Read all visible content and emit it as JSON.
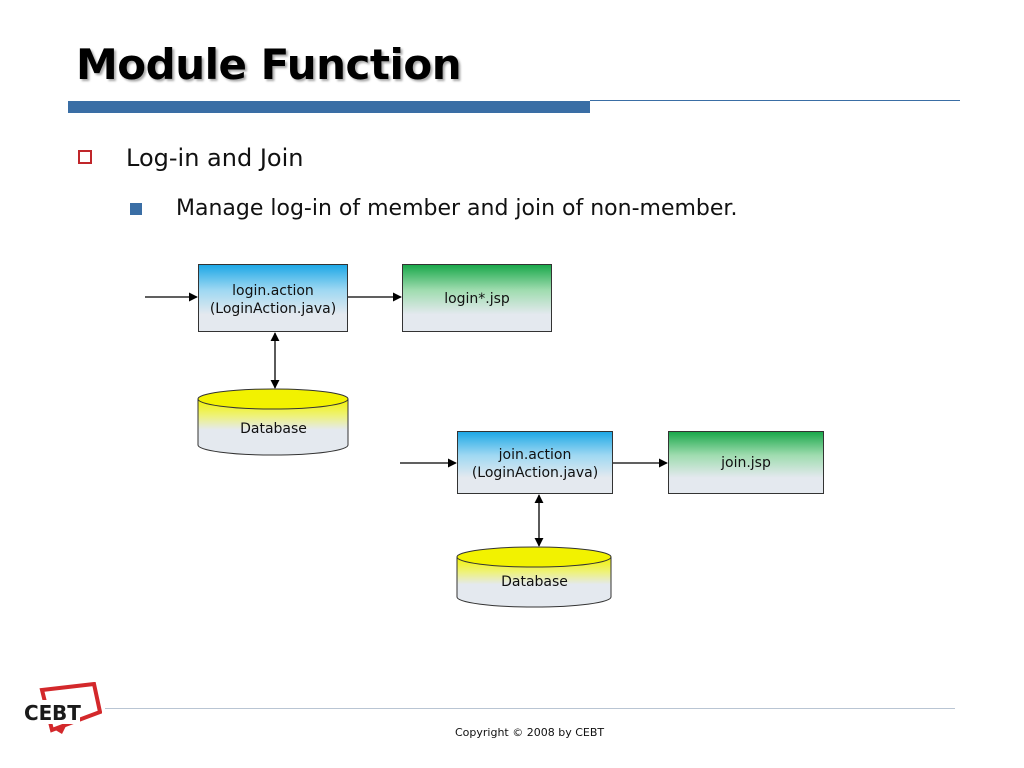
{
  "slide": {
    "title": "Module Function",
    "bullets": [
      {
        "level": 1,
        "text": "Log-in and Join"
      },
      {
        "level": 2,
        "text": "Manage log-in of member and join of non-member."
      }
    ]
  },
  "diagram": {
    "login_action": {
      "line1": "login.action",
      "line2": "(LoginAction.java)"
    },
    "login_jsp": {
      "label": "login*.jsp"
    },
    "database_1": {
      "label": "Database"
    },
    "join_action": {
      "line1": "join.action",
      "line2": "(LoginAction.java)"
    },
    "join_jsp": {
      "label": "join.jsp"
    },
    "database_2": {
      "label": "Database"
    },
    "colors": {
      "action_top": "#1ea8e6",
      "jsp_top": "#1aa84b",
      "db_top": "#f0f000",
      "body": "#e4e9ef"
    }
  },
  "footer": {
    "copyright": "Copyright © 2008 by CEBT",
    "logo_text": "CEBT"
  },
  "theme": {
    "accent": "#3a6ea5",
    "bullet_red": "#c0262a"
  }
}
